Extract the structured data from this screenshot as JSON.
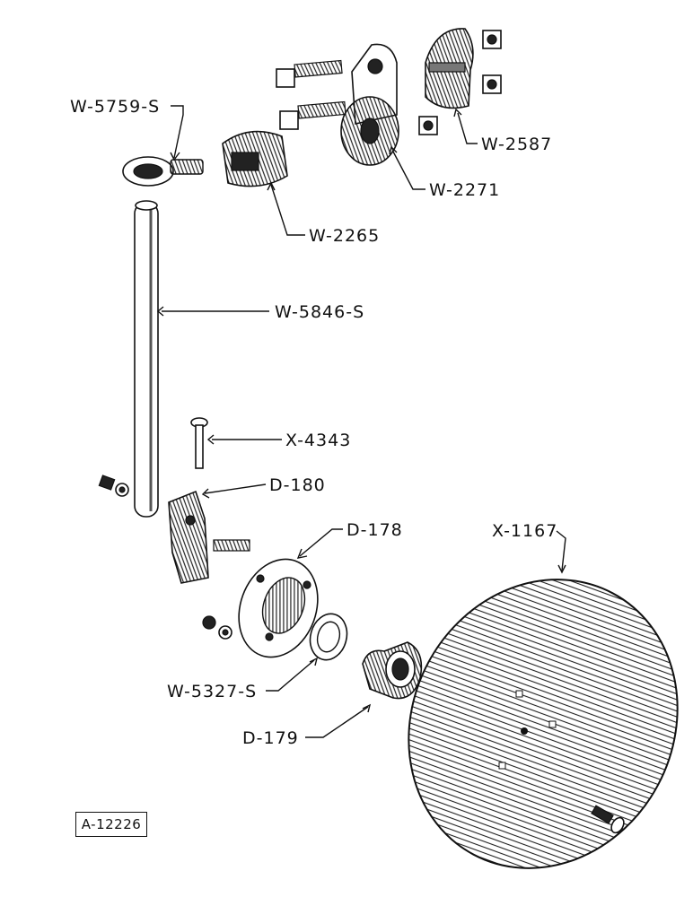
{
  "parts": {
    "w5759s": "W-5759-S",
    "w5846s": "W-5846-S",
    "w2265": "W-2265",
    "w2271": "W-2271",
    "w2587": "W-2587",
    "x4343": "X-4343",
    "d180": "D-180",
    "d178": "D-178",
    "x1167": "X-1167",
    "w5327s": "W-5327-S",
    "d179": "D-179"
  },
  "figure_id": "A-12226"
}
